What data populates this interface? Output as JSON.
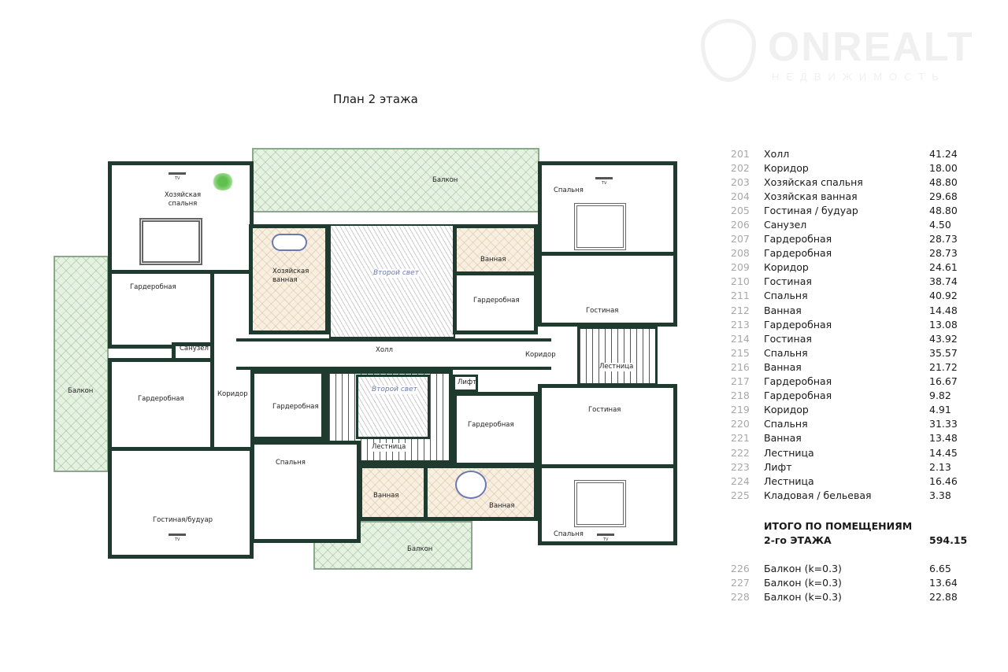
{
  "watermark": {
    "brand": "ONREALT",
    "subtitle": "НЕДВИЖИМОСТЬ"
  },
  "title": "План 2 этажа",
  "plan": {
    "master_bedroom": "Хозяйская спальня",
    "master_bath": "Хозяйская ванная",
    "wardrobe": "Гардеробная",
    "wc": "Санузел",
    "corridor": "Коридор",
    "living_boudoir": "Гостиная/будуар",
    "balcony": "Балкон",
    "second_light": "Второй свет",
    "hall": "Холл",
    "bedroom": "Спальня",
    "bath": "Ванная",
    "living": "Гостиная",
    "stairs": "Лестница",
    "lift": "Лифт",
    "tv": "TV"
  },
  "rooms_table": [
    {
      "no": "201",
      "name": "Холл",
      "area": "41.24"
    },
    {
      "no": "202",
      "name": "Коридор",
      "area": "18.00"
    },
    {
      "no": "203",
      "name": "Хозяйская спальня",
      "area": "48.80"
    },
    {
      "no": "204",
      "name": "Хозяйская ванная",
      "area": "29.68"
    },
    {
      "no": "205",
      "name": "Гостиная / будуар",
      "area": "48.80"
    },
    {
      "no": "206",
      "name": "Санузел",
      "area": "4.50"
    },
    {
      "no": "207",
      "name": "Гардеробная",
      "area": "28.73"
    },
    {
      "no": "208",
      "name": "Гардеробная",
      "area": "28.73"
    },
    {
      "no": "209",
      "name": "Коридор",
      "area": "24.61"
    },
    {
      "no": "210",
      "name": "Гостиная",
      "area": "38.74"
    },
    {
      "no": "211",
      "name": "Спальня",
      "area": "40.92"
    },
    {
      "no": "212",
      "name": "Ванная",
      "area": "14.48"
    },
    {
      "no": "213",
      "name": "Гардеробная",
      "area": "13.08"
    },
    {
      "no": "214",
      "name": "Гостиная",
      "area": "43.92"
    },
    {
      "no": "215",
      "name": "Спальня",
      "area": "35.57"
    },
    {
      "no": "216",
      "name": "Ванная",
      "area": "21.72"
    },
    {
      "no": "217",
      "name": "Гардеробная",
      "area": "16.67"
    },
    {
      "no": "218",
      "name": "Гардеробная",
      "area": "9.82"
    },
    {
      "no": "219",
      "name": "Коридор",
      "area": "4.91"
    },
    {
      "no": "220",
      "name": "Спальня",
      "area": "31.33"
    },
    {
      "no": "221",
      "name": "Ванная",
      "area": "13.48"
    },
    {
      "no": "222",
      "name": "Лестница",
      "area": "14.45"
    },
    {
      "no": "223",
      "name": "Лифт",
      "area": "2.13"
    },
    {
      "no": "224",
      "name": "Лестница",
      "area": "16.46"
    },
    {
      "no": "225",
      "name": "Кладовая / бельевая",
      "area": "3.38"
    }
  ],
  "total": {
    "line1": "ИТОГО ПО ПОМЕЩЕНИЯМ",
    "line2": "2-го ЭТАЖА",
    "area": "594.15"
  },
  "balconies_table": [
    {
      "no": "226",
      "name": "Балкон (k=0.3)",
      "area": "6.65"
    },
    {
      "no": "227",
      "name": "Балкон (k=0.3)",
      "area": "13.64"
    },
    {
      "no": "228",
      "name": "Балкон (k=0.3)",
      "area": "22.88"
    }
  ]
}
